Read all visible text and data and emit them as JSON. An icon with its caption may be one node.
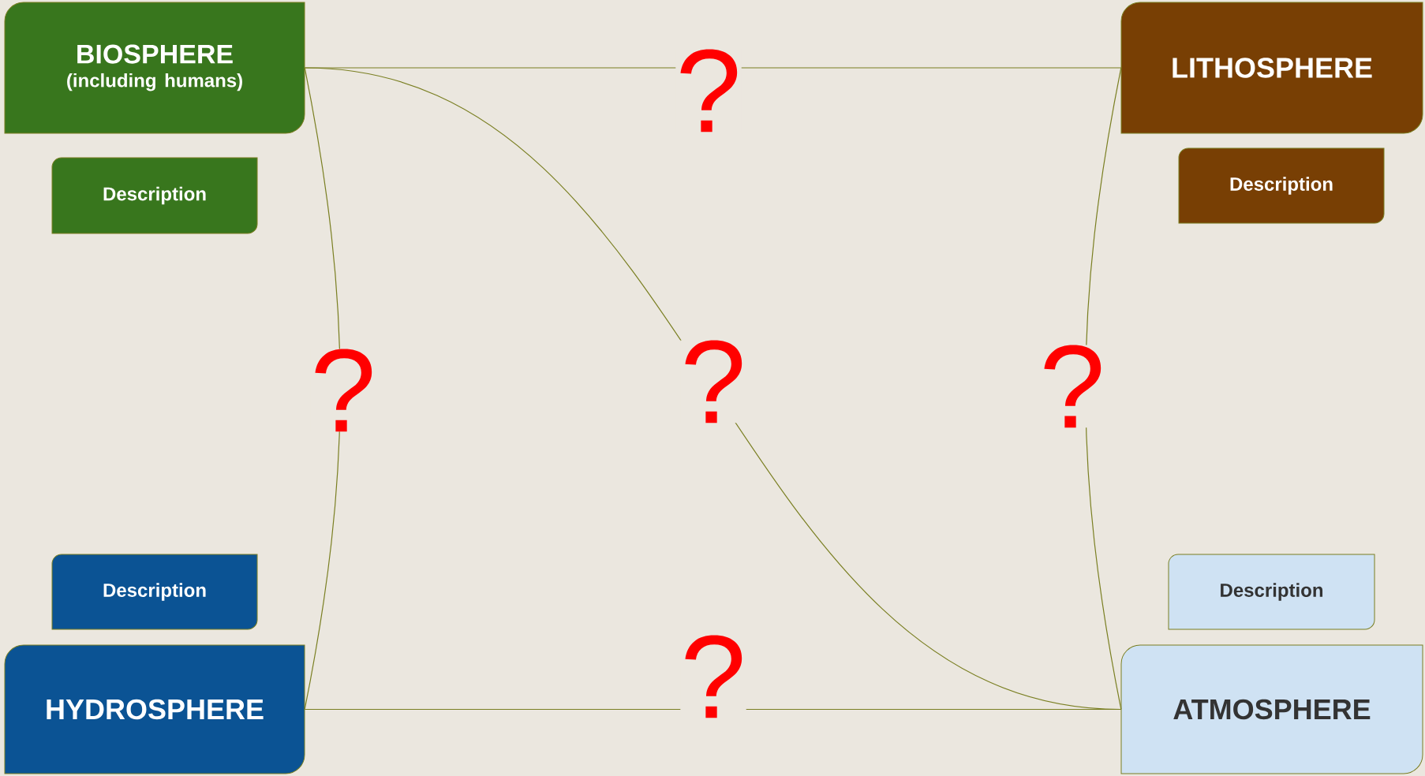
{
  "diagram": {
    "nodes": [
      {
        "text": [
          "BIOSPHERE",
          "(including humans)"
        ]
      },
      {
        "text": [
          "LITHOSPHERE"
        ]
      },
      {
        "text": [
          "Description"
        ]
      },
      {
        "text": [
          "Description"
        ]
      },
      {
        "text": [
          "Description"
        ]
      },
      {
        "text": [
          "Description"
        ]
      },
      {
        "text": [
          "HYDROSPHERE"
        ]
      },
      {
        "text": [
          "ATMOSPHERE"
        ]
      }
    ],
    "edges": [
      {
        "from": 0,
        "to": 1,
        "arrow": "none",
        "label": "?"
      },
      {
        "from": 0,
        "to": 6,
        "arrow": "none",
        "label": "?"
      },
      {
        "from": 0,
        "to": 7,
        "arrow": "none",
        "label": "?"
      },
      {
        "from": 1,
        "to": 7,
        "arrow": "none",
        "label": "?"
      },
      {
        "from": 6,
        "to": 7,
        "arrow": "none",
        "label": "?"
      }
    ]
  }
}
